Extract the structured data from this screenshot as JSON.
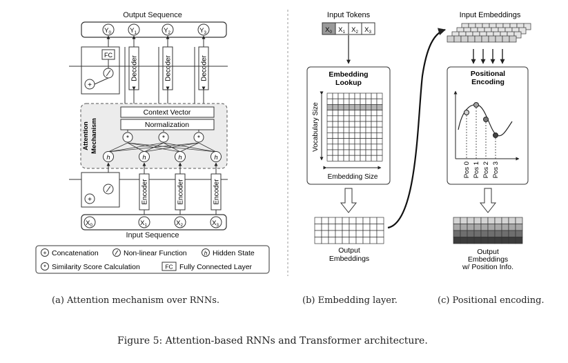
{
  "panel_a": {
    "output_label": "Output Sequence",
    "input_label": "Input Sequence",
    "outputs": [
      "Y0",
      "Y1",
      "Y2",
      "Y3"
    ],
    "inputs": [
      "X0",
      "X1",
      "X2",
      "X3"
    ],
    "decoder_label": "Decoder",
    "encoder_label": "Encoder",
    "fc_label": "FC",
    "plus_symbol": "+",
    "context_vector": "Context Vector",
    "normalization": "Normalization",
    "attention_title": "Attention Mechanism",
    "hidden_symbol": "h",
    "star_symbol": "*",
    "legend": {
      "concatenation": "Concatenation",
      "nonlinear": "Non-linear Function",
      "hidden_state": "Hidden State",
      "similarity": "Similarity Score Calculation",
      "fc": "Fully Connected Layer"
    }
  },
  "panel_b": {
    "input_tokens_label": "Input Tokens",
    "tokens": [
      "X0",
      "X1",
      "X2",
      "X3"
    ],
    "lookup_title": "Embedding Lookup",
    "vocab_axis": "Vocabulary Size",
    "embed_axis": "Embedding Size",
    "output_label": "Output Embeddings"
  },
  "panel_c": {
    "input_label": "Input Embeddings",
    "pe_title": "Positional Encoding",
    "positions": [
      "Pos 0",
      "Pos 1",
      "Pos 2",
      "Pos 3"
    ],
    "output_label": "Output Embeddings w/ Position Info."
  },
  "captions": {
    "a": "(a) Attention mechanism over RNNs.",
    "b": "(b) Embedding layer.",
    "c": "(c) Positional encoding.",
    "figure": "Figure 5: Attention-based RNNs and Transformer architecture."
  }
}
